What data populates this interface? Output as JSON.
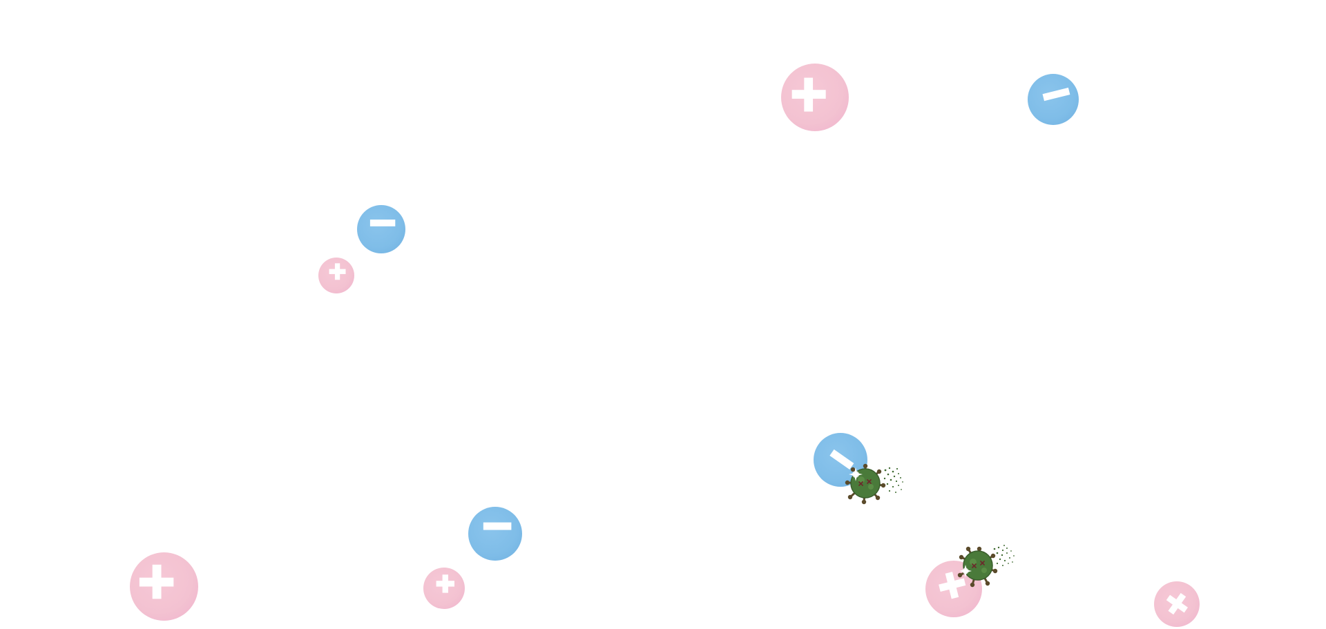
{
  "game": {
    "colors": {
      "background": "#ffffff",
      "plus_bubble": "#f3c2d1",
      "minus_bubble": "#7fbde8",
      "symbol": "#ffffff",
      "virus_body": "#4a7a3a",
      "virus_spike": "#5a4a2a"
    },
    "bubbles": [
      {
        "name": "plus-bubble-large",
        "kind": "plus",
        "icon": "plus-icon"
      },
      {
        "name": "minus-bubble-top-right",
        "kind": "minus",
        "icon": "minus-icon"
      },
      {
        "name": "minus-bubble-left",
        "kind": "minus",
        "icon": "minus-icon"
      },
      {
        "name": "plus-bubble-small-left",
        "kind": "plus",
        "icon": "plus-icon"
      },
      {
        "name": "minus-bubble-hit-virus",
        "kind": "minus",
        "icon": "minus-icon"
      },
      {
        "name": "minus-bubble-bottom",
        "kind": "minus",
        "icon": "minus-icon"
      },
      {
        "name": "plus-bubble-bottom-left",
        "kind": "plus",
        "icon": "plus-icon"
      },
      {
        "name": "plus-bubble-bottom-small",
        "kind": "plus",
        "icon": "plus-icon"
      },
      {
        "name": "plus-bubble-hit-virus",
        "kind": "plus",
        "icon": "plus-icon"
      },
      {
        "name": "plus-bubble-bottom-right",
        "kind": "plus",
        "icon": "plus-icon"
      }
    ],
    "viruses": [
      {
        "name": "virus-center",
        "icon": "virus-icon"
      },
      {
        "name": "virus-bottom-right",
        "icon": "virus-icon"
      }
    ]
  }
}
